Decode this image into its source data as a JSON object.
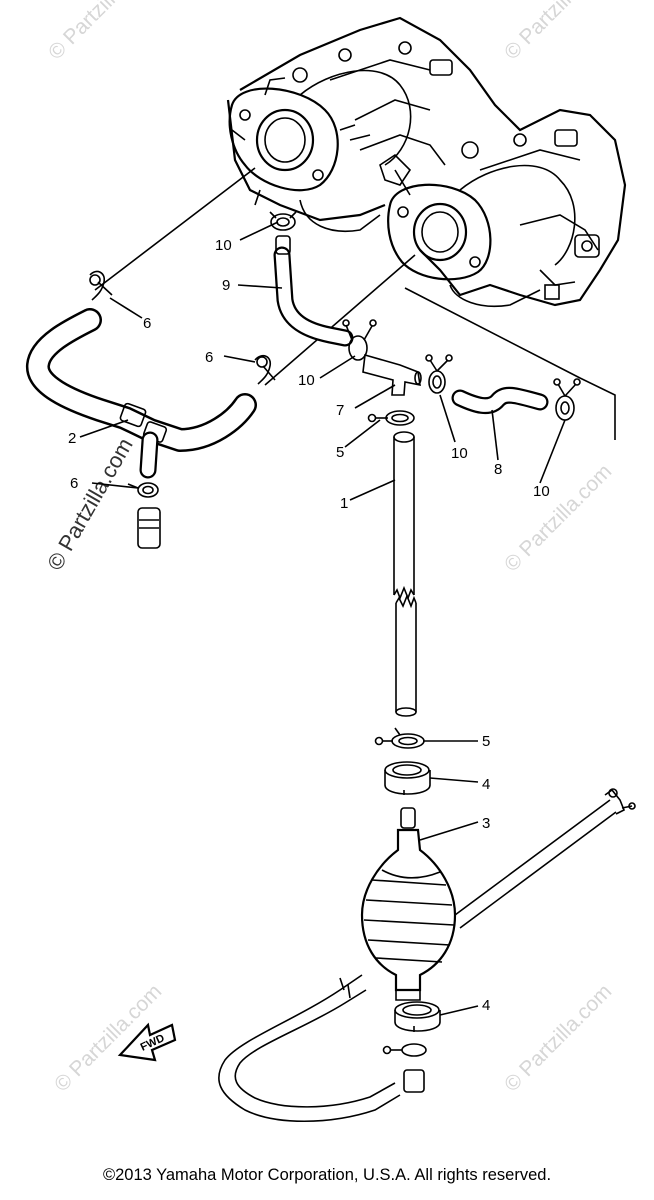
{
  "watermark": {
    "text": "© Partzilla.com",
    "side_text": "© Partzilla.com"
  },
  "callouts": {
    "c1": "1",
    "c2": "2",
    "c3": "3",
    "c4a": "4",
    "c4b": "4",
    "c5a": "5",
    "c5b": "5",
    "c6a": "6",
    "c6b": "6",
    "c6c": "6",
    "c7": "7",
    "c8": "8",
    "c9": "9",
    "c10a": "10",
    "c10b": "10",
    "c10c": "10",
    "c10d": "10"
  },
  "fwd_label": "FWD",
  "copyright": "©2013 Yamaha Motor Corporation, U.S.A. All rights reserved."
}
